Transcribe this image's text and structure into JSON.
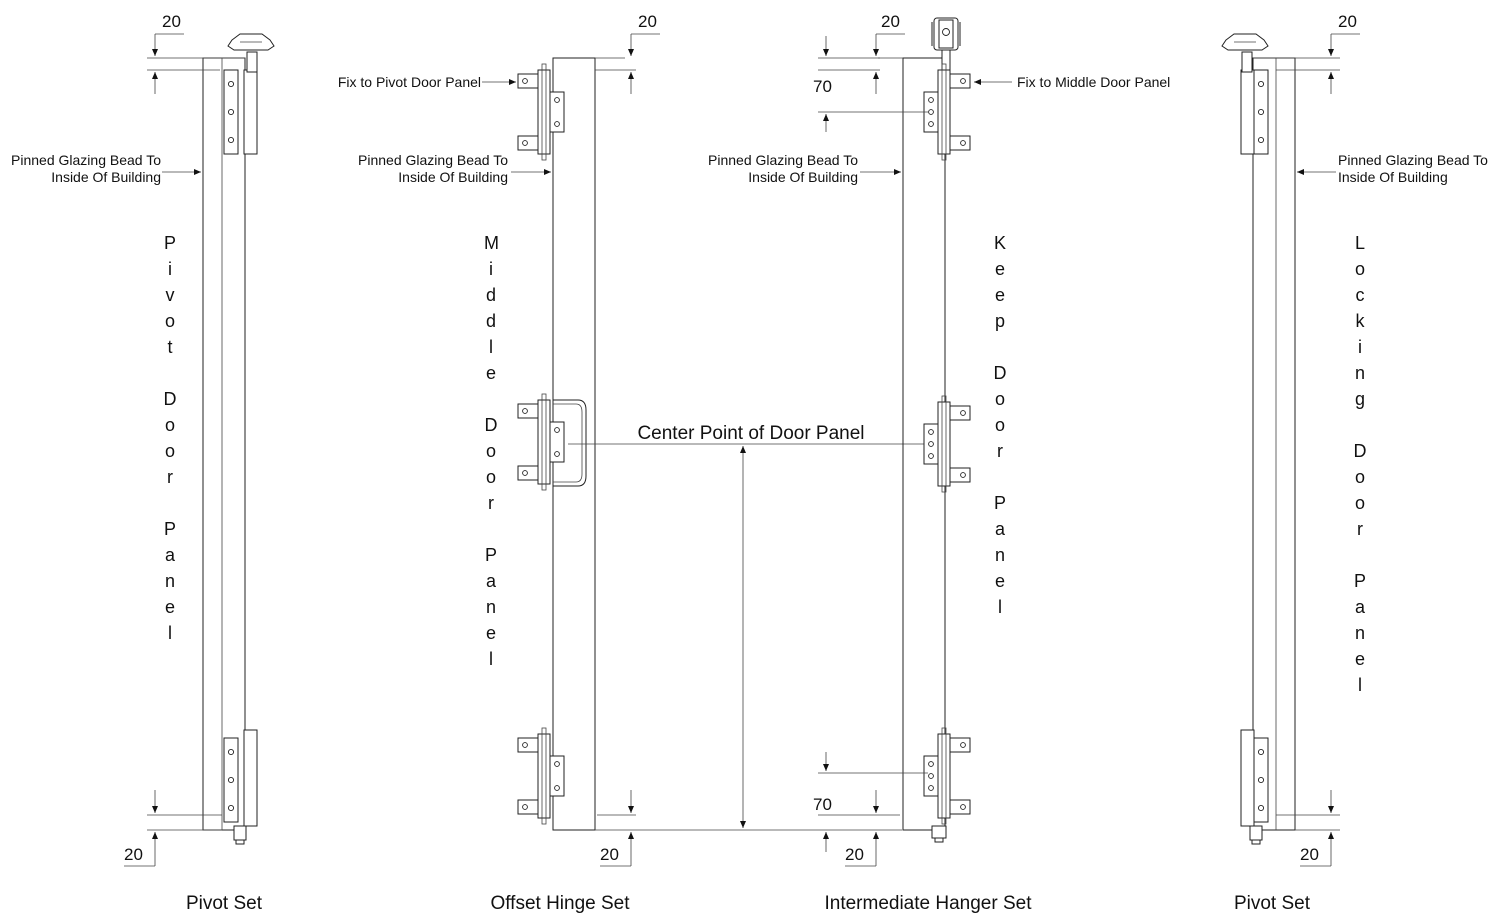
{
  "sets": [
    {
      "caption": "Pivot Set",
      "panel_label": "Pivot Door Panel",
      "note": "Pinned Glazing Bead To Inside Of Building",
      "dims": [
        "20",
        "20"
      ]
    },
    {
      "caption": "Offset Hinge Set",
      "panel_label": "Middle Door Panel",
      "note": "Pinned Glazing Bead To Inside Of Building",
      "fix_note": "Fix to Pivot Door Panel",
      "dims": [
        "20",
        "20"
      ]
    },
    {
      "caption": "Intermediate Hanger Set",
      "panel_label": "Keep Door Panel",
      "note": "Pinned Glazing Bead To Inside Of Building",
      "fix_note": "Fix to Middle Door Panel",
      "dims": [
        "20",
        "70",
        "70",
        "20"
      ]
    },
    {
      "caption": "Pivot Set",
      "panel_label": "Locking Door Panel",
      "note": "Pinned Glazing Bead To Inside Of Building",
      "dims": [
        "20",
        "20"
      ]
    }
  ],
  "center_label": "Center Point of Door Panel",
  "icons": [
    "pivot-handle-icon",
    "hanger-wheel-icon",
    "hinge-icon",
    "pull-handle-icon"
  ]
}
